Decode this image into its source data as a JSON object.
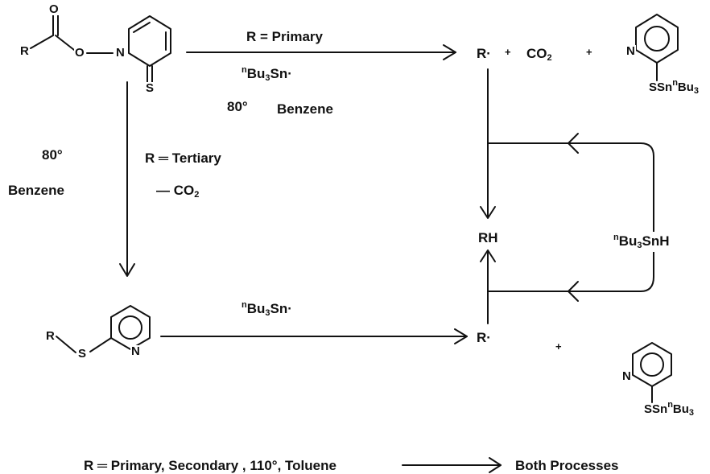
{
  "conditions": {
    "r_primary": "R =  Primary",
    "bu3sn_radical": "Bu",
    "bu3sn_tail": "Sn·",
    "n_prefix": "n",
    "three": "3",
    "temp_top": "80°",
    "solvent_top": "Benzene",
    "temp_left": "80°",
    "solvent_left": "Benzene",
    "r_tertiary": "R ═ Tertiary",
    "minus_co2": "— CO",
    "two": "2",
    "bu3snh": "Bu",
    "bu3snh_tail": "SnH",
    "bottom_line": "R ═    Primary, Secondary , 110°, Toluene",
    "both_processes": "Both   Processes"
  },
  "species": {
    "r_radical": "R·",
    "plus": "+",
    "co2": "CO",
    "rh": "RH",
    "r_radical_lower": "R·"
  },
  "atoms": {
    "R": "R",
    "O": "O",
    "N": "N",
    "S": "S",
    "ssn": "SSn",
    "bu": "Bu"
  },
  "colors": {
    "ink": "#111111",
    "background": "#ffffff"
  }
}
